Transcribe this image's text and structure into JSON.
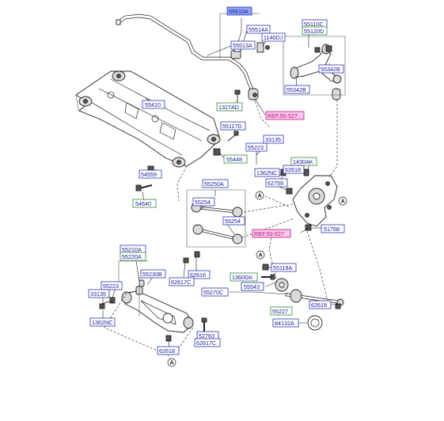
{
  "labels": {
    "l55610A": "55610A",
    "l55514A": "55514A",
    "l1140DJ": "1140DJ",
    "l55513A": "55513A",
    "l55110C": "55110C",
    "l55120D": "55120D",
    "l55342B": "55342B",
    "l55342B_2": "55342B",
    "l55410": "55410",
    "l1327AD": "1327AD",
    "ref1": "REF.50-527",
    "l55117D": "55117D",
    "l33135": "33135",
    "l55223": "55223",
    "l55448": "55448",
    "l1430AK": "1430AK",
    "l1362NC": "1362NC",
    "l62618": "62618",
    "l54559": "54559",
    "l55250A": "55250A",
    "l62759": "62759",
    "l54640": "54640",
    "l55254": "55254",
    "l55254_2": "55254",
    "ref2": "REF.50-527",
    "l51768": "51768",
    "l55210A": "55210A",
    "l55220A": "55220A",
    "l55119A": "55119A",
    "l55230B": "55230B",
    "l62616": "62616",
    "l62617C": "62617C",
    "l1360GK": "1360GK",
    "l55223b": "55223",
    "l33135b": "33135",
    "l55543": "55543",
    "l55270C": "55270C",
    "l1362NCb": "1362NC",
    "l55227": "55227",
    "l62618b": "62618",
    "l84132A": "84132A",
    "l52763": "52763",
    "l62617Cb": "62617C",
    "l62618c": "62618"
  },
  "markers": {
    "a1": "A",
    "a2": "A",
    "a3": "A",
    "a4": "A"
  },
  "colors": {
    "label_text": "#1a1a9a",
    "label_box_blue": "#2a36b0",
    "label_box_green": "#2c8a3a",
    "selected_fill": "#8fa6f3",
    "ref_fill": "#f7c8ec",
    "ref_text": "#c0157a"
  }
}
